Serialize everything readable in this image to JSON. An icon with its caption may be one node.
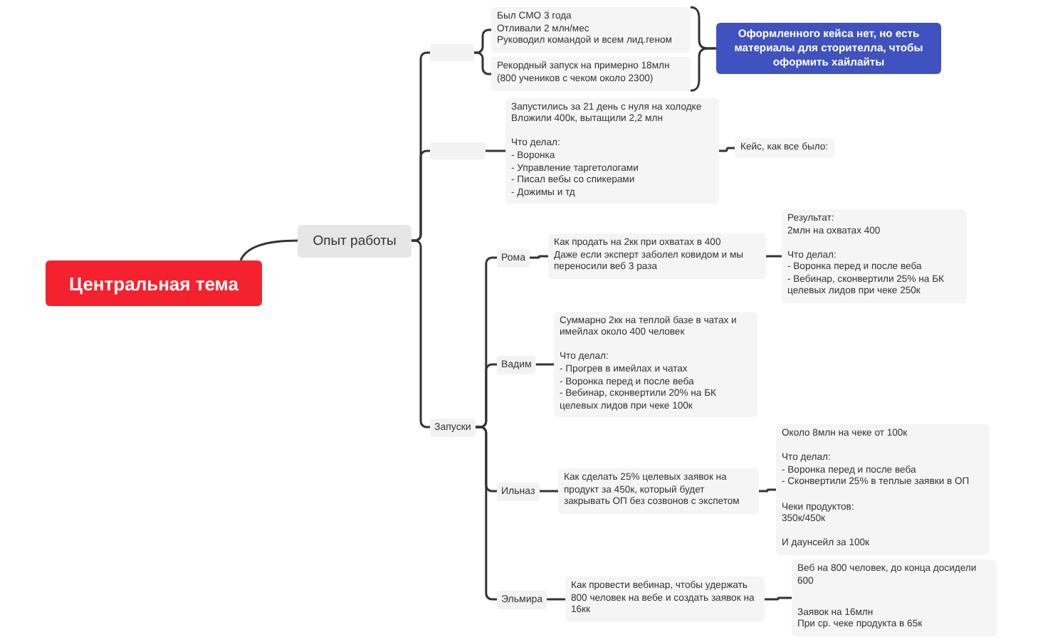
{
  "diagram": {
    "nodes": [
      {
        "text": [
          "Центральная тема"
        ]
      },
      {
        "text": [
          "Опыт работы"
        ]
      },
      {
        "text": [],
        "shape": "box"
      },
      {
        "text": [
          "Был CMO 3 года",
          "Отливали 2 млн/мес",
          "Руководил командой и всем лид.геном"
        ]
      },
      {
        "text": [
          "Рекордный запуск на примерно 18млн",
          "(800 учеников с чеком около 2300)"
        ]
      },
      {
        "text": [
          "Оформленного кейса нет, но есть материалы для сторителла, чтобы оформить хайлайты"
        ]
      },
      {
        "text": [],
        "shape": "box"
      },
      {
        "text": [
          "Запустились за 21 день с нуля на холодке",
          "Вложили 400к, вытащили 2,2 млн",
          "Что делал:",
          "- Воронка",
          "- Управление таргетологами",
          "- Писал вебы со спикерами",
          "- Дожимы и тд"
        ]
      },
      {
        "text": [
          "Кейс, как все было:"
        ]
      },
      {
        "text": [
          "Запуски"
        ]
      },
      {
        "text": [
          "Рома"
        ]
      },
      {
        "text": [
          "Как продать на 2кк при охватах в 400",
          "Даже если эксперт заболел ковидом и мы переносили веб 3 раза"
        ]
      },
      {
        "text": [
          "Результат:",
          "2млн на охватах 400",
          "Что делал:",
          "- Воронка перед и после веба",
          "- Вебинар, сконвертили 25% на БК целевых лидов при чеке 250к"
        ]
      },
      {
        "text": [
          "Вадим"
        ]
      },
      {
        "text": [
          "Суммарно 2кк на теплой базе в чатах и имейлах около 400 человек",
          "Что делал:",
          "- Прогрев в имейлах и чатах",
          "- Воронка перед и после веба",
          "- Вебинар, сконвертили 20% на БК целевых лидов при чеке 100к"
        ]
      },
      {
        "text": [
          "Ильназ"
        ]
      },
      {
        "text": [
          "Как сделать 25% целевых заявок на продукт за 450к, который будет закрывать ОП без созвонов с экспетом"
        ]
      },
      {
        "text": [
          "Около 8млн на чеке от 100к",
          "Что делал:",
          "- Воронка перед и после веба",
          "- Сконвертили 25% в теплые заявки в ОП",
          "Чеки продуктов:",
          "350к/450к",
          "И даунсейл за 100к"
        ]
      },
      {
        "text": [
          "Эльмира"
        ]
      },
      {
        "text": [
          "Как провести вебинар, чтобы удержать 800 человек на вебе и создать заявок на 16кк"
        ]
      },
      {
        "text": [
          "Веб на 800 человек, до конца досидели 600",
          "Заявок на 16млн",
          "При ср. чеке продукта в 65к"
        ]
      }
    ],
    "edges": [
      {
        "from": 0,
        "to": 1,
        "arrow": "none"
      },
      {
        "from": 1,
        "to": 2,
        "arrow": "none"
      },
      {
        "from": 1,
        "to": 6,
        "arrow": "none"
      },
      {
        "from": 1,
        "to": 9,
        "arrow": "none"
      },
      {
        "from": 2,
        "to": 3,
        "arrow": "none"
      },
      {
        "from": 2,
        "to": 4,
        "arrow": "none"
      },
      {
        "from": 3,
        "to": 5,
        "arrow": "none"
      },
      {
        "from": 4,
        "to": 5,
        "arrow": "none"
      },
      {
        "from": 6,
        "to": 7,
        "arrow": "none"
      },
      {
        "from": 7,
        "to": 8,
        "arrow": "none"
      },
      {
        "from": 9,
        "to": 10,
        "arrow": "none"
      },
      {
        "from": 9,
        "to": 13,
        "arrow": "none"
      },
      {
        "from": 9,
        "to": 15,
        "arrow": "none"
      },
      {
        "from": 9,
        "to": 18,
        "arrow": "none"
      },
      {
        "from": 10,
        "to": 11,
        "arrow": "none"
      },
      {
        "from": 11,
        "to": 12,
        "arrow": "none"
      },
      {
        "from": 13,
        "to": 14,
        "arrow": "none"
      },
      {
        "from": 15,
        "to": 16,
        "arrow": "none"
      },
      {
        "from": 16,
        "to": 17,
        "arrow": "none"
      },
      {
        "from": 18,
        "to": 19,
        "arrow": "none"
      },
      {
        "from": 19,
        "to": 20,
        "arrow": "none"
      }
    ]
  }
}
